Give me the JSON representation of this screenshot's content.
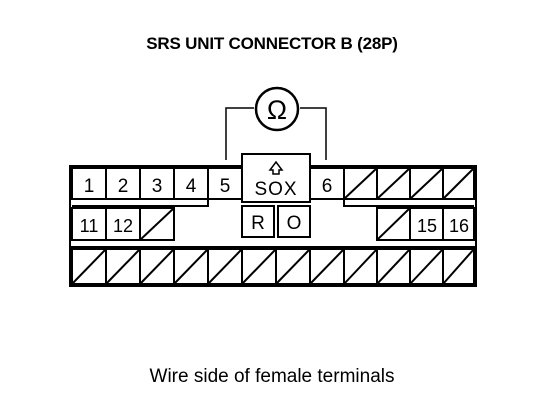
{
  "title": "SRS UNIT CONNECTOR B (28P)",
  "caption": "Wire side of female terminals",
  "meter_symbol": "Ω",
  "center_label": "SOX",
  "top_row_left": [
    "1",
    "2",
    "3",
    "4",
    "5"
  ],
  "top_row_right": [
    "6"
  ],
  "middle_row_left": [
    "11",
    "12"
  ],
  "middle_row_right": [
    "15",
    "16"
  ],
  "center_boxes": [
    "R",
    "O"
  ]
}
